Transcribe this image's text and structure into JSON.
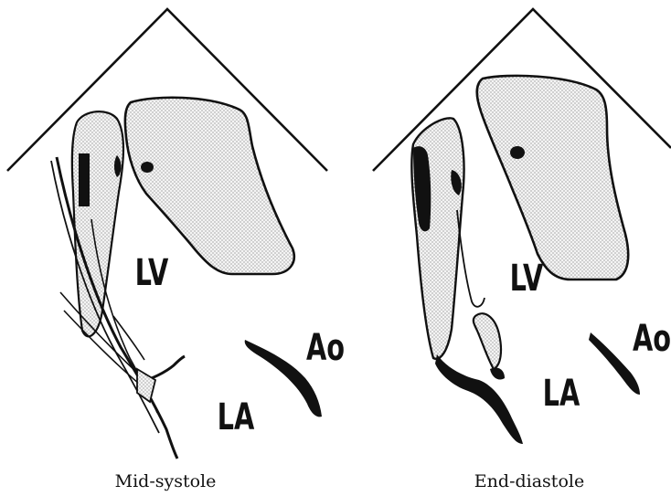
{
  "panels": [
    {
      "id": "mid-systole",
      "caption": "Mid-systole",
      "labels": {
        "lv": "LV",
        "la": "LA",
        "ao": "Ao"
      }
    },
    {
      "id": "end-diastole",
      "caption": "End-diastole",
      "labels": {
        "lv": "LV",
        "la": "LA",
        "ao": "Ao"
      }
    }
  ],
  "colors": {
    "ink": "#111111",
    "stipple": "#e8e8e8",
    "background": "#ffffff"
  }
}
